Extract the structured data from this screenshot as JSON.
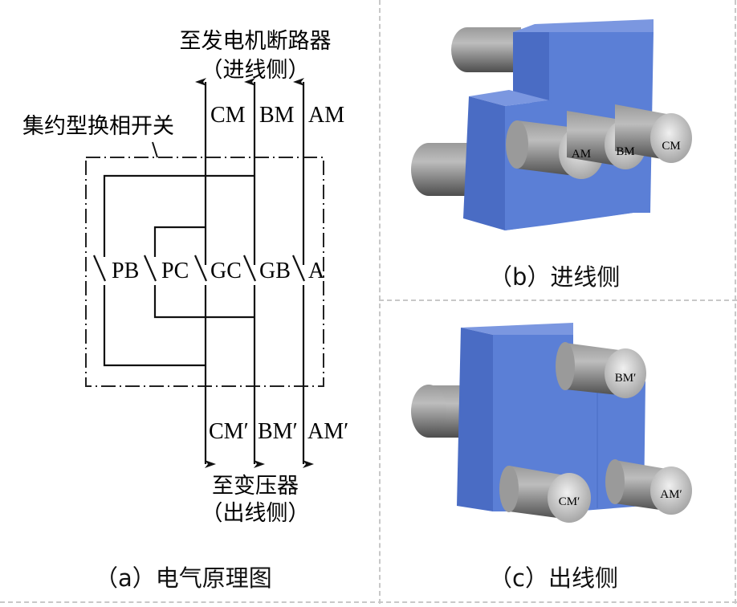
{
  "figure": {
    "panel_a": {
      "caption": "（a）电气原理图",
      "top_label_line1": "至发电机断路器",
      "top_label_line2": "（进线侧）",
      "bottom_label_line1": "至变压器",
      "bottom_label_line2": "（出线侧）",
      "switch_label": "集约型换相开关",
      "incoming_phases": [
        "CM",
        "BM",
        "AM"
      ],
      "outgoing_phases": [
        "CM′",
        "BM′",
        "AM′"
      ],
      "switches": [
        "PB",
        "PC",
        "GC",
        "GB",
        "A"
      ]
    },
    "panel_b": {
      "caption": "（b）进线侧",
      "terminals": [
        "AM",
        "BM",
        "CM"
      ]
    },
    "panel_c": {
      "caption": "（c）出线侧",
      "terminals": [
        "BM′",
        "CM′",
        "AM′"
      ]
    },
    "colors": {
      "block_front": "#5b7fd6",
      "block_side": "#4a6cc4",
      "block_top": "#7b97e0",
      "cylinder_dark": "#555555",
      "cylinder_light": "#d8d8d8",
      "line": "#111111",
      "divider": "#c8c8c8"
    }
  }
}
